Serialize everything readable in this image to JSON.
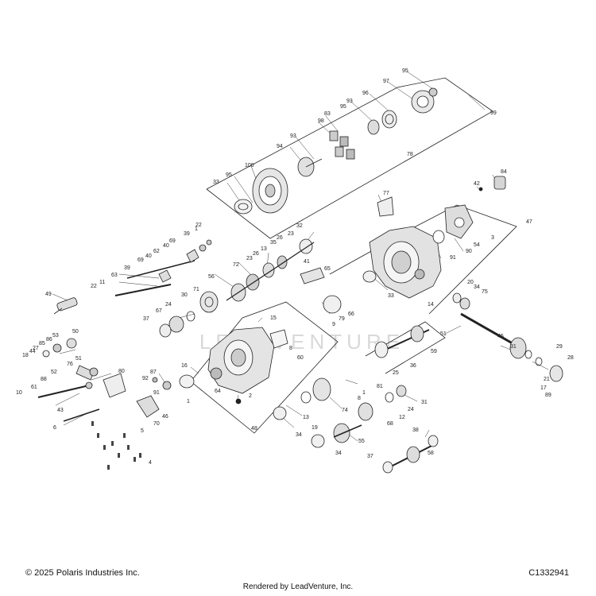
{
  "footer": {
    "copyright": "© 2025 Polaris Industries Inc.",
    "diagram_id": "C1332941",
    "rendered_by": "Rendered by LeadVenture, Inc."
  },
  "watermark": "LEADVENTURE",
  "callouts": [
    "95",
    "97",
    "99",
    "96",
    "93",
    "95",
    "98",
    "83",
    "78",
    "94",
    "93",
    "100",
    "33",
    "95",
    "84",
    "42",
    "77",
    "47",
    "3",
    "54",
    "90",
    "91",
    "33",
    "32",
    "23",
    "26",
    "35",
    "13",
    "41",
    "65",
    "23",
    "26",
    "72",
    "56",
    "22",
    "39",
    "1",
    "40",
    "69",
    "62",
    "69",
    "40",
    "39",
    "63",
    "11",
    "22",
    "49",
    "71",
    "30",
    "24",
    "67",
    "37",
    "66",
    "79",
    "9",
    "15",
    "8",
    "60",
    "20",
    "34",
    "75",
    "14",
    "51",
    "59",
    "36",
    "25",
    "45",
    "31",
    "29",
    "28",
    "21",
    "17",
    "89",
    "50",
    "53",
    "86",
    "85",
    "27",
    "44",
    "18",
    "52",
    "76",
    "51",
    "80",
    "88",
    "61",
    "10",
    "43",
    "6",
    "87",
    "92",
    "91",
    "16",
    "64",
    "2",
    "1",
    "70",
    "46",
    "5",
    "4",
    "48",
    "81",
    "1",
    "8",
    "31",
    "24",
    "12",
    "68",
    "74",
    "13",
    "19",
    "34",
    "55",
    "34",
    "38",
    "37",
    "58"
  ]
}
